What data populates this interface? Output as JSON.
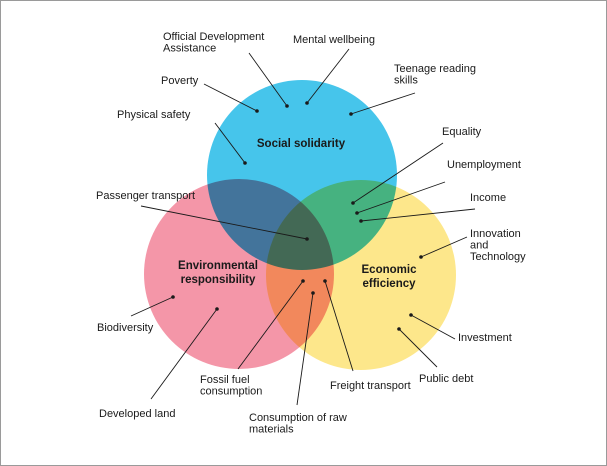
{
  "circles": {
    "social": {
      "title": [
        "Social solidarity"
      ],
      "color": "#12b5e6"
    },
    "environmental": {
      "title": [
        "Environmental",
        "responsibility"
      ],
      "color": "#f1798f"
    },
    "economic": {
      "title": [
        "Economic",
        "efficiency"
      ],
      "color": "#fde06a"
    }
  },
  "indicators": {
    "oda": [
      "Official Development",
      "Assistance"
    ],
    "mental": [
      "Mental wellbeing"
    ],
    "poverty": [
      "Poverty"
    ],
    "teenage": [
      "Teenage reading",
      "skills"
    ],
    "safety": [
      "Physical safety"
    ],
    "equality": [
      "Equality"
    ],
    "unemployment": [
      "Unemployment"
    ],
    "passenger": [
      "Passenger transport"
    ],
    "income": [
      "Income"
    ],
    "innovation": [
      "Innovation",
      "and",
      "Technology"
    ],
    "biodiversity": [
      "Biodiversity"
    ],
    "investment": [
      "Investment"
    ],
    "fossil": [
      "Fossil fuel",
      "consumption"
    ],
    "publicdebt": [
      "Public debt"
    ],
    "freight": [
      "Freight transport"
    ],
    "developed": [
      "Developed land"
    ],
    "rawmaterials": [
      "Consumption of raw",
      "materials"
    ]
  }
}
